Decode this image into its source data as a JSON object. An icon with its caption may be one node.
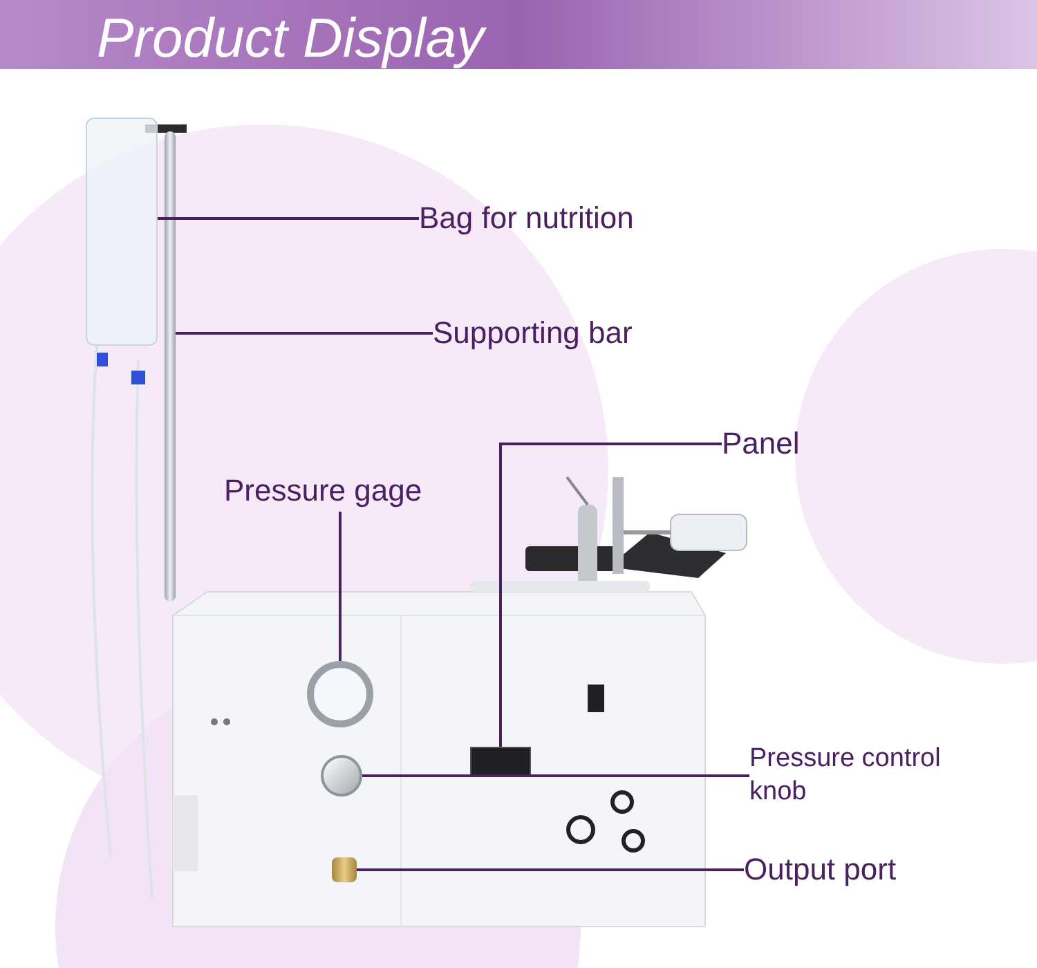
{
  "diagram": {
    "title": "Product Display",
    "nodes": [
      {
        "text": [
          "Bag for nutrition"
        ]
      },
      {
        "text": [
          "Supporting bar"
        ]
      },
      {
        "text": [
          "Panel"
        ]
      },
      {
        "text": [
          "Pressure gage"
        ]
      },
      {
        "text": [
          "Pressure control knob"
        ]
      },
      {
        "text": [
          "Output port"
        ]
      },
      {
        "text": [],
        "shape": "picture"
      },
      {
        "text": [],
        "shape": "bar"
      },
      {
        "text": [],
        "shape": "circle"
      },
      {
        "text": [],
        "shape": "box"
      },
      {
        "text": [],
        "shape": "circle"
      },
      {
        "text": [],
        "shape": "picture"
      }
    ],
    "edges": [
      {
        "from": 0,
        "to": 6,
        "arrow": "none"
      },
      {
        "from": 1,
        "to": 7,
        "arrow": "none"
      },
      {
        "from": 3,
        "to": 8,
        "arrow": "none"
      },
      {
        "from": 2,
        "to": 9,
        "arrow": "none"
      },
      {
        "from": 4,
        "to": 10,
        "arrow": "none"
      },
      {
        "from": 5,
        "to": 11,
        "arrow": "none"
      }
    ]
  }
}
